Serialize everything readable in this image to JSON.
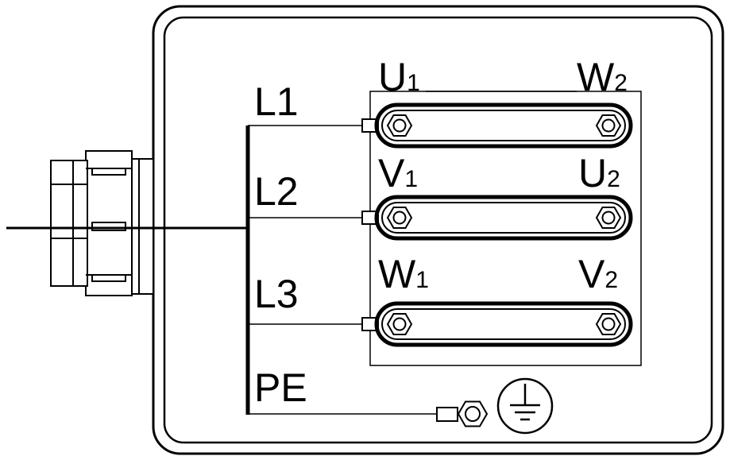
{
  "lines": {
    "l1": "L1",
    "l2": "L2",
    "l3": "L3",
    "pe": "PE"
  },
  "terminals": {
    "u1": {
      "letter": "U",
      "index": "1"
    },
    "w2": {
      "letter": "W",
      "index": "2"
    },
    "v1": {
      "letter": "V",
      "index": "1"
    },
    "u2": {
      "letter": "U",
      "index": "2"
    },
    "w1": {
      "letter": "W",
      "index": "1"
    },
    "v2": {
      "letter": "V",
      "index": "2"
    }
  },
  "colors": {
    "stroke": "#000000",
    "background": "#ffffff"
  },
  "icons": {
    "ground": "earth-ground-icon",
    "gland": "cable-gland-icon",
    "nut": "hex-nut-icon"
  }
}
